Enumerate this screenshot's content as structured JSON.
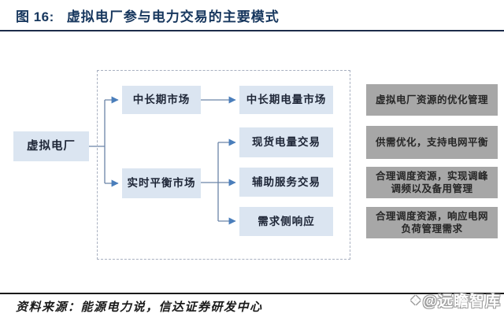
{
  "header": {
    "figure_label": "图 16:",
    "title": "虚拟电厂参与电力交易的主要模式"
  },
  "diagram": {
    "root": "虚拟电厂",
    "markets": [
      "中长期市场",
      "实时平衡市场"
    ],
    "trades": [
      "中长期电量市场",
      "现货电量交易",
      "辅助服务交易",
      "需求侧响应"
    ],
    "descriptions": [
      "虚拟电厂资源的优化管理",
      "供需优化，支持电网平衡",
      "合理调度资源，实现调峰调频以及备用管理",
      "合理调度资源，响应电网负荷管理需求"
    ]
  },
  "footer": {
    "source": "资料来源：能源电力说，信达证券研发中心"
  },
  "watermark": {
    "icon_glyph": "❖",
    "handle": "@远瞻智库"
  },
  "colors": {
    "title_navy": "#17375e",
    "box_blue": "#dbe5f1",
    "box_gray": "#a7a7a7",
    "connector_blue": "#4a7ebb"
  }
}
